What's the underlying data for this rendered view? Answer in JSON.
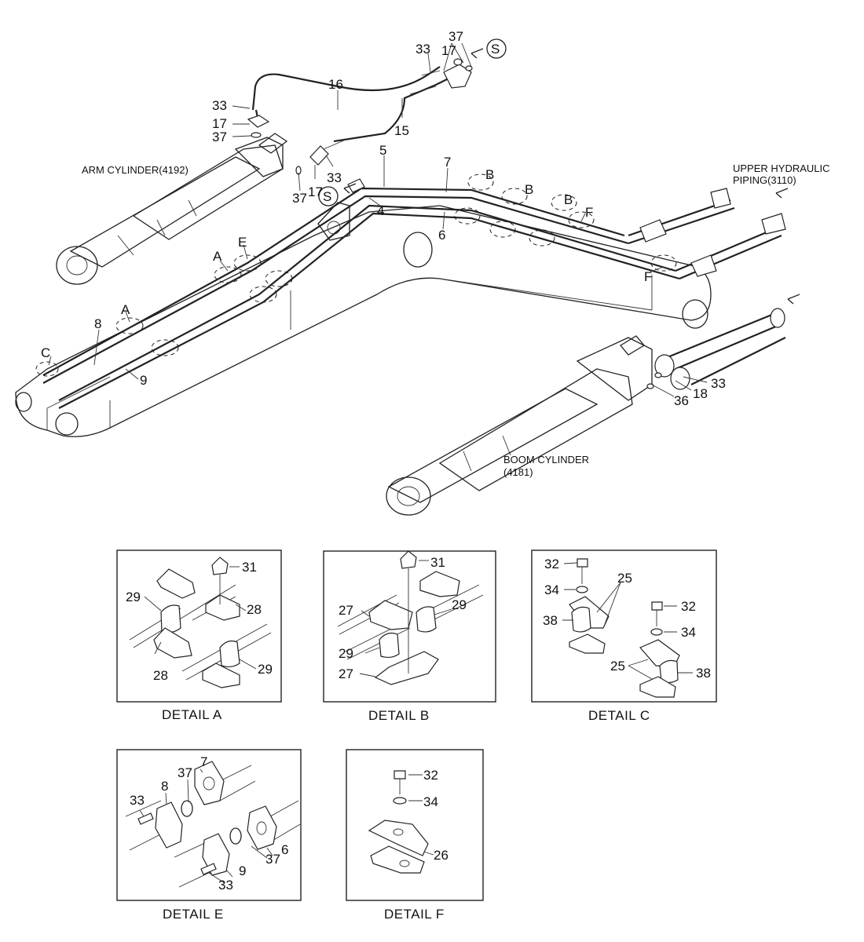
{
  "main": {
    "notes": {
      "arm_cylinder": "ARM CYLINDER(4192)",
      "upper_piping_1": "UPPER HYDRAULIC",
      "upper_piping_2": "PIPING(3110)",
      "boom_cylinder_1": "BOOM CYLINDER",
      "boom_cylinder_2": "(4181)",
      "s_symbol": "S"
    },
    "callouts": {
      "c37_top": "37",
      "c17_top": "17",
      "c33_top": "33",
      "c16": "16",
      "c33_left": "33",
      "c17_left": "17",
      "c37_left": "37",
      "c15": "15",
      "c5": "5",
      "c7": "7",
      "c33_mid": "33",
      "c37_mid": "37",
      "c17_mid": "17",
      "c4": "4",
      "c6": "6",
      "cB1": "B",
      "cB2": "B",
      "cB3": "B",
      "cF1": "F",
      "cF2": "F",
      "cE": "E",
      "cA1": "A",
      "cA2": "A",
      "c8": "8",
      "cC": "C",
      "c9": "9",
      "c33_right": "33",
      "c18": "18",
      "c36": "36"
    }
  },
  "details": {
    "a": {
      "caption": "DETAIL  A",
      "c31": "31",
      "c29a": "29",
      "c28a": "28",
      "c28b": "28",
      "c29b": "29"
    },
    "b": {
      "caption": "DETAIL  B",
      "c31": "31",
      "c27a": "27",
      "c29a": "29",
      "c29b": "29",
      "c27b": "27"
    },
    "c": {
      "caption": "DETAIL  C",
      "c32a": "32",
      "c34a": "34",
      "c25a": "25",
      "c38a": "38",
      "c32b": "32",
      "c34b": "34",
      "c25b": "25",
      "c38b": "38"
    },
    "e": {
      "caption": "DETAIL  E",
      "c8": "8",
      "c37a": "37",
      "c7": "7",
      "c33a": "33",
      "c9": "9",
      "c37b": "37",
      "c6": "6",
      "c33b": "33"
    },
    "f": {
      "caption": "DETAIL  F",
      "c32": "32",
      "c34": "34",
      "c26": "26"
    }
  }
}
